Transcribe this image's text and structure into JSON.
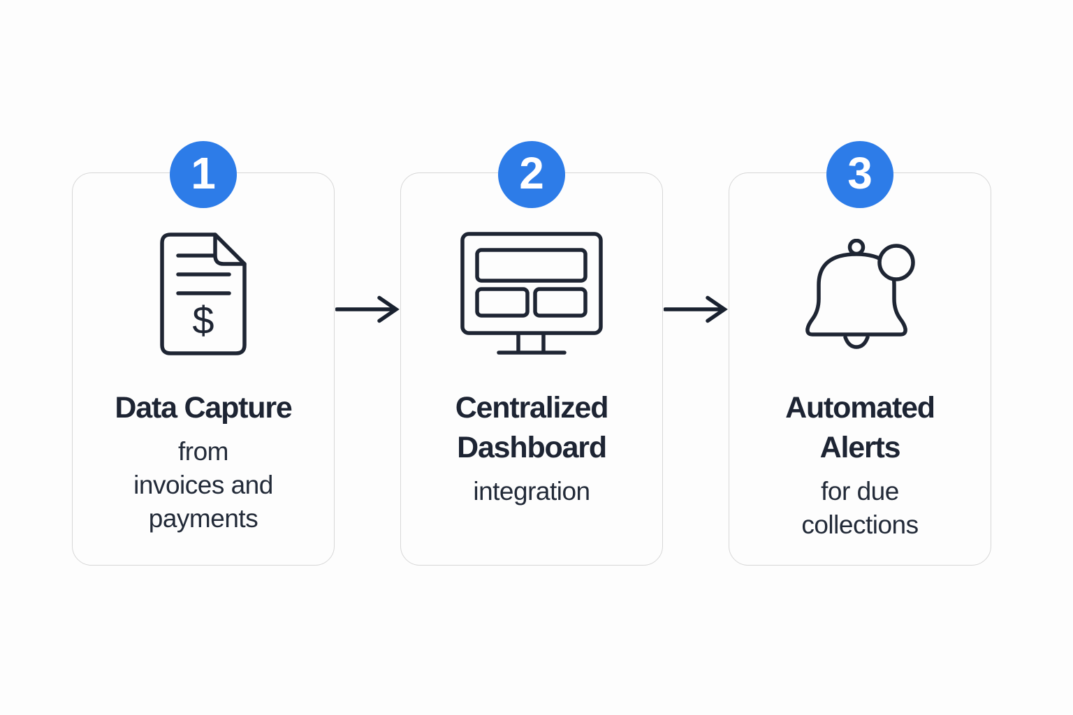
{
  "colors": {
    "accent_blue": "#2d7ce8",
    "ink": "#1e2533",
    "card_border": "#d7d7d7",
    "background": "#fdfdfd",
    "badge_number_color": "#ffffff"
  },
  "steps": [
    {
      "number": "1",
      "icon": "invoice-document-icon",
      "title": "Data Capture",
      "subtitle": "from\ninvoices and\npayments"
    },
    {
      "number": "2",
      "icon": "dashboard-monitor-icon",
      "title": "Centralized\nDashboard",
      "subtitle": "integration"
    },
    {
      "number": "3",
      "icon": "alert-bell-icon",
      "title": "Automated\nAlerts",
      "subtitle": "for due\ncollections"
    }
  ],
  "connectors": [
    {
      "type": "arrow-right",
      "from_step": "1",
      "to_step": "2"
    },
    {
      "type": "arrow-right",
      "from_step": "2",
      "to_step": "3"
    }
  ]
}
